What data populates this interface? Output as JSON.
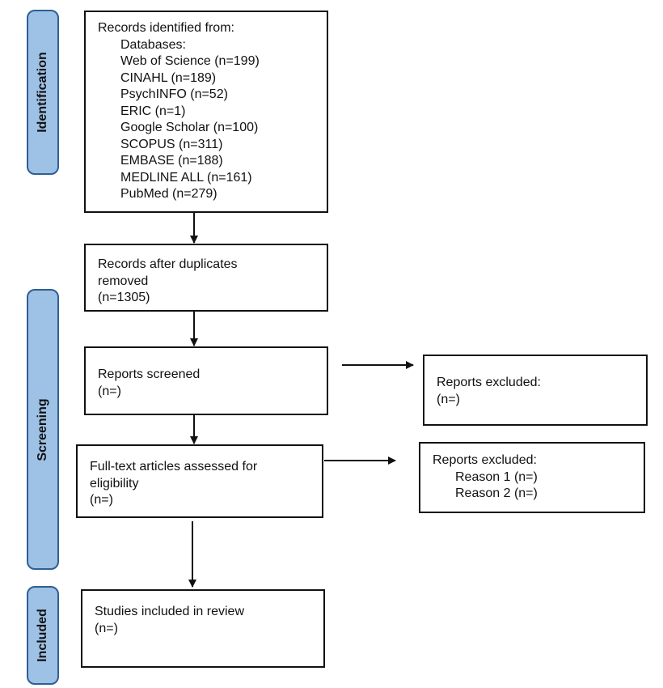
{
  "phases": {
    "identification": "Identification",
    "screening": "Screening",
    "included": "Included"
  },
  "identified": {
    "heading": "Records identified from:",
    "sub_heading": "Databases:",
    "databases": [
      "Web of Science (n=199)",
      "CINAHL (n=189)",
      "PsychINFO (n=52)",
      "ERIC (n=1)",
      "Google Scholar (n=100)",
      "SCOPUS (n=311)",
      "EMBASE (n=188)",
      "MEDLINE ALL (n=161)",
      "PubMed (n=279)"
    ]
  },
  "duplicates": {
    "line1": "Records after duplicates",
    "line2": "removed",
    "count": "(n=1305)"
  },
  "screened": {
    "label": "Reports screened",
    "count": "(n=)"
  },
  "excluded_screening": {
    "label": "Reports excluded:",
    "count": "(n=)"
  },
  "fulltext": {
    "line1": "Full-text articles assessed for",
    "line2": "eligibility",
    "count": "(n=)"
  },
  "excluded_fulltext": {
    "label": "Reports excluded:",
    "reason1": "Reason 1 (n=)",
    "reason2": "Reason 2 (n=)"
  },
  "included": {
    "label": "Studies included in review",
    "count": "(n=)"
  }
}
